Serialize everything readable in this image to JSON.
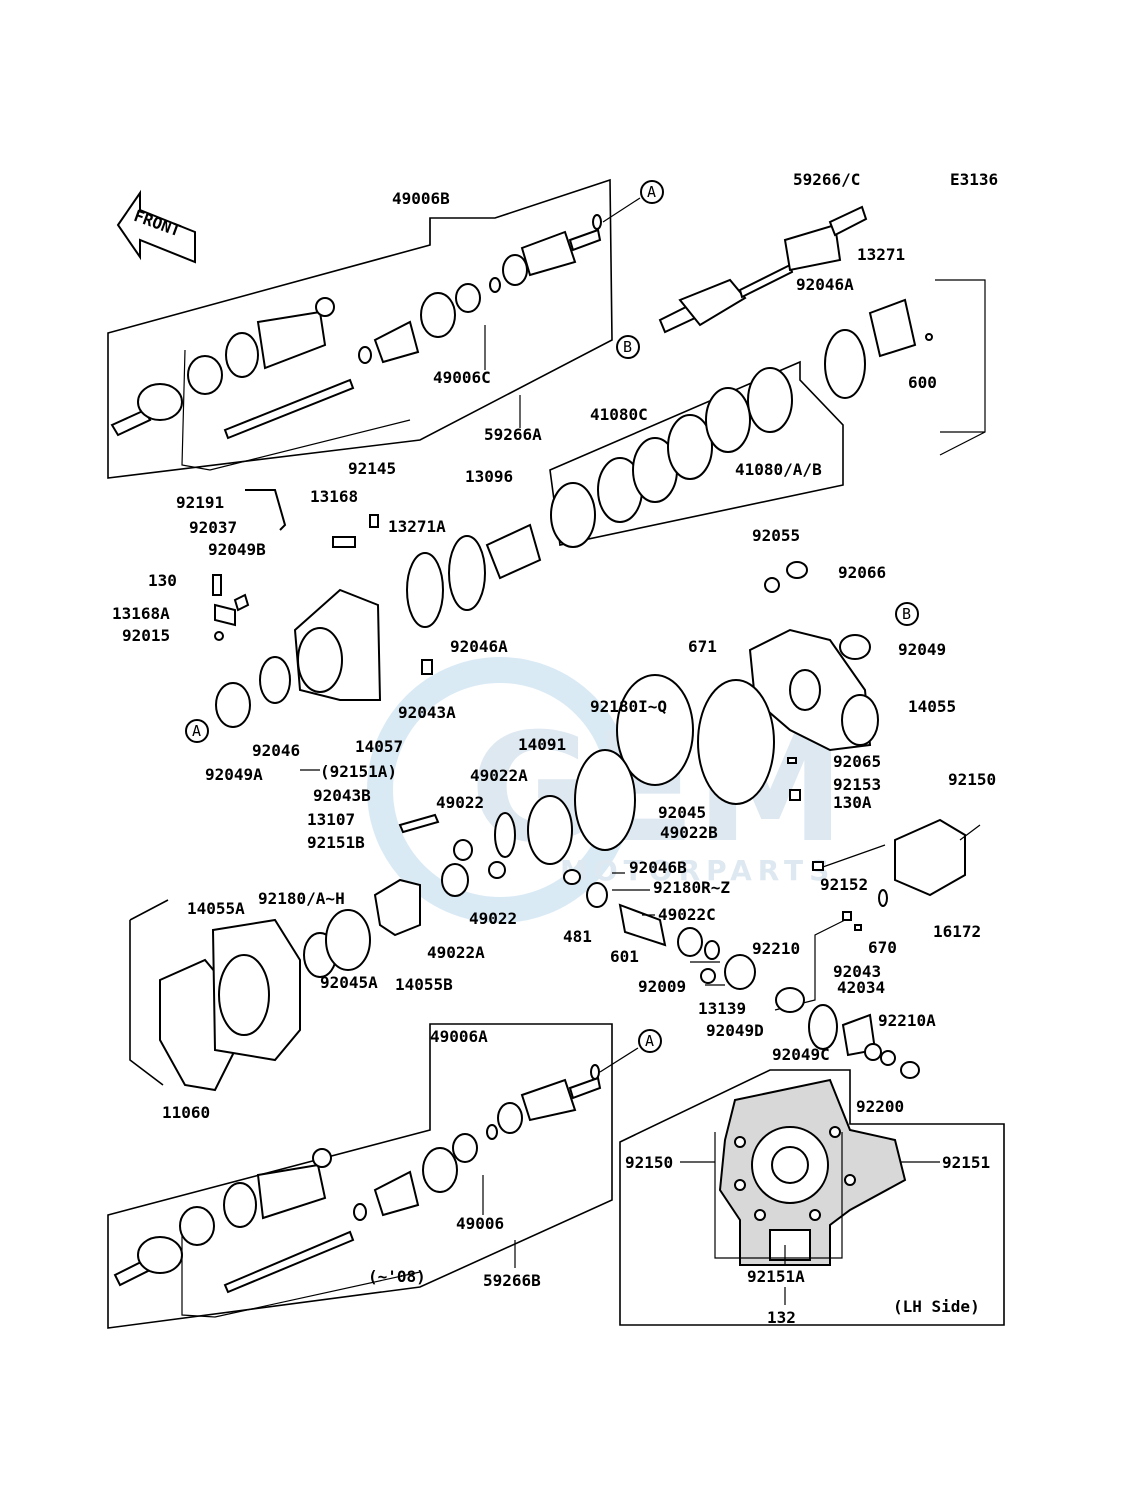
{
  "diagram_code": "E3136",
  "front_label": "FRONT",
  "callouts": {
    "a": "A",
    "b": "B"
  },
  "watermark": {
    "logo": "GEM",
    "sub": "MOTORPARTS"
  },
  "labels": {
    "p49006B": "49006B",
    "p59266C": "59266/C",
    "p13271": "13271",
    "p92046A_top": "92046A",
    "p600": "600",
    "p49006C": "49006C",
    "p59266A": "59266A",
    "p41080C": "41080C",
    "p41080AB": "41080/A/B",
    "p92145": "92145",
    "p13096": "13096",
    "p92191": "92191",
    "p13168": "13168",
    "p13271A": "13271A",
    "p92037": "92037",
    "p92049B": "92049B",
    "p130": "130",
    "p13168A": "13168A",
    "p92015": "92015",
    "p92046A_mid": "92046A",
    "p92055": "92055",
    "p92066": "92066",
    "p92049": "92049",
    "p671": "671",
    "p14055": "14055",
    "p92043A": "92043A",
    "p92046": "92046",
    "p14057": "14057",
    "p92049A": "92049A",
    "p92151A_paren": "(92151A)",
    "p92180IQ": "92180I~Q",
    "p14091": "14091",
    "p49022A_top": "49022A",
    "p92045": "92045",
    "p49022B": "49022B",
    "p92065": "92065",
    "p92153": "92153",
    "p130A": "130A",
    "p92150_top": "92150",
    "p92043B": "92043B",
    "p49022_a": "49022",
    "p13107": "13107",
    "p92151B": "92151B",
    "p92046B": "92046B",
    "p92180RZ": "92180R~Z",
    "p14055A": "14055A",
    "p92180AH": "92180/A~H",
    "p49022_b": "49022",
    "p49022A_bot": "49022A",
    "p481": "481",
    "p49022C": "49022C",
    "p92152": "92152",
    "p670": "670",
    "p16172": "16172",
    "p601": "601",
    "p92210": "92210",
    "p92045A": "92045A",
    "p14055B": "14055B",
    "p92009": "92009",
    "p92043": "92043",
    "p42034": "42034",
    "p13139": "13139",
    "p92049D": "92049D",
    "p92210A": "92210A",
    "p92049C": "92049C",
    "p49006A": "49006A",
    "p11060": "11060",
    "p92200": "92200",
    "p92150_bot": "92150",
    "p92151": "92151",
    "p49006": "49006",
    "p08": "(~'08)",
    "p59266B": "59266B",
    "p92151A": "92151A",
    "p132": "132",
    "lh_side": "(LH Side)"
  }
}
